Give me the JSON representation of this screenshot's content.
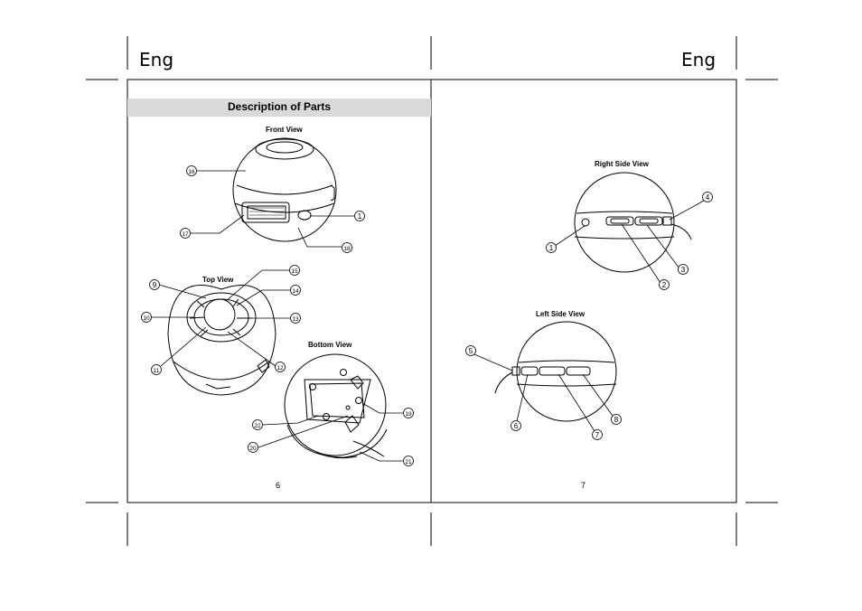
{
  "header": {
    "left_lang": "Eng",
    "right_lang": "Eng"
  },
  "left_page": {
    "section_title": "Description of Parts",
    "front_view_label": "Front View",
    "top_view_label": "Top View",
    "bottom_view_label": "Bottom View",
    "page_number": "6",
    "callouts": {
      "front": [
        "16",
        "1",
        "17",
        "18"
      ],
      "top": [
        "9",
        "15",
        "14",
        "10",
        "13",
        "11",
        "12"
      ],
      "bottom": [
        "22",
        "19",
        "20",
        "21"
      ]
    }
  },
  "right_page": {
    "right_side_view_label": "Right Side View",
    "left_side_view_label": "Left Side View",
    "page_number": "7",
    "callouts": {
      "right_side": [
        "4",
        "1",
        "2",
        "3"
      ],
      "left_side": [
        "5",
        "6",
        "7",
        "8"
      ]
    }
  }
}
